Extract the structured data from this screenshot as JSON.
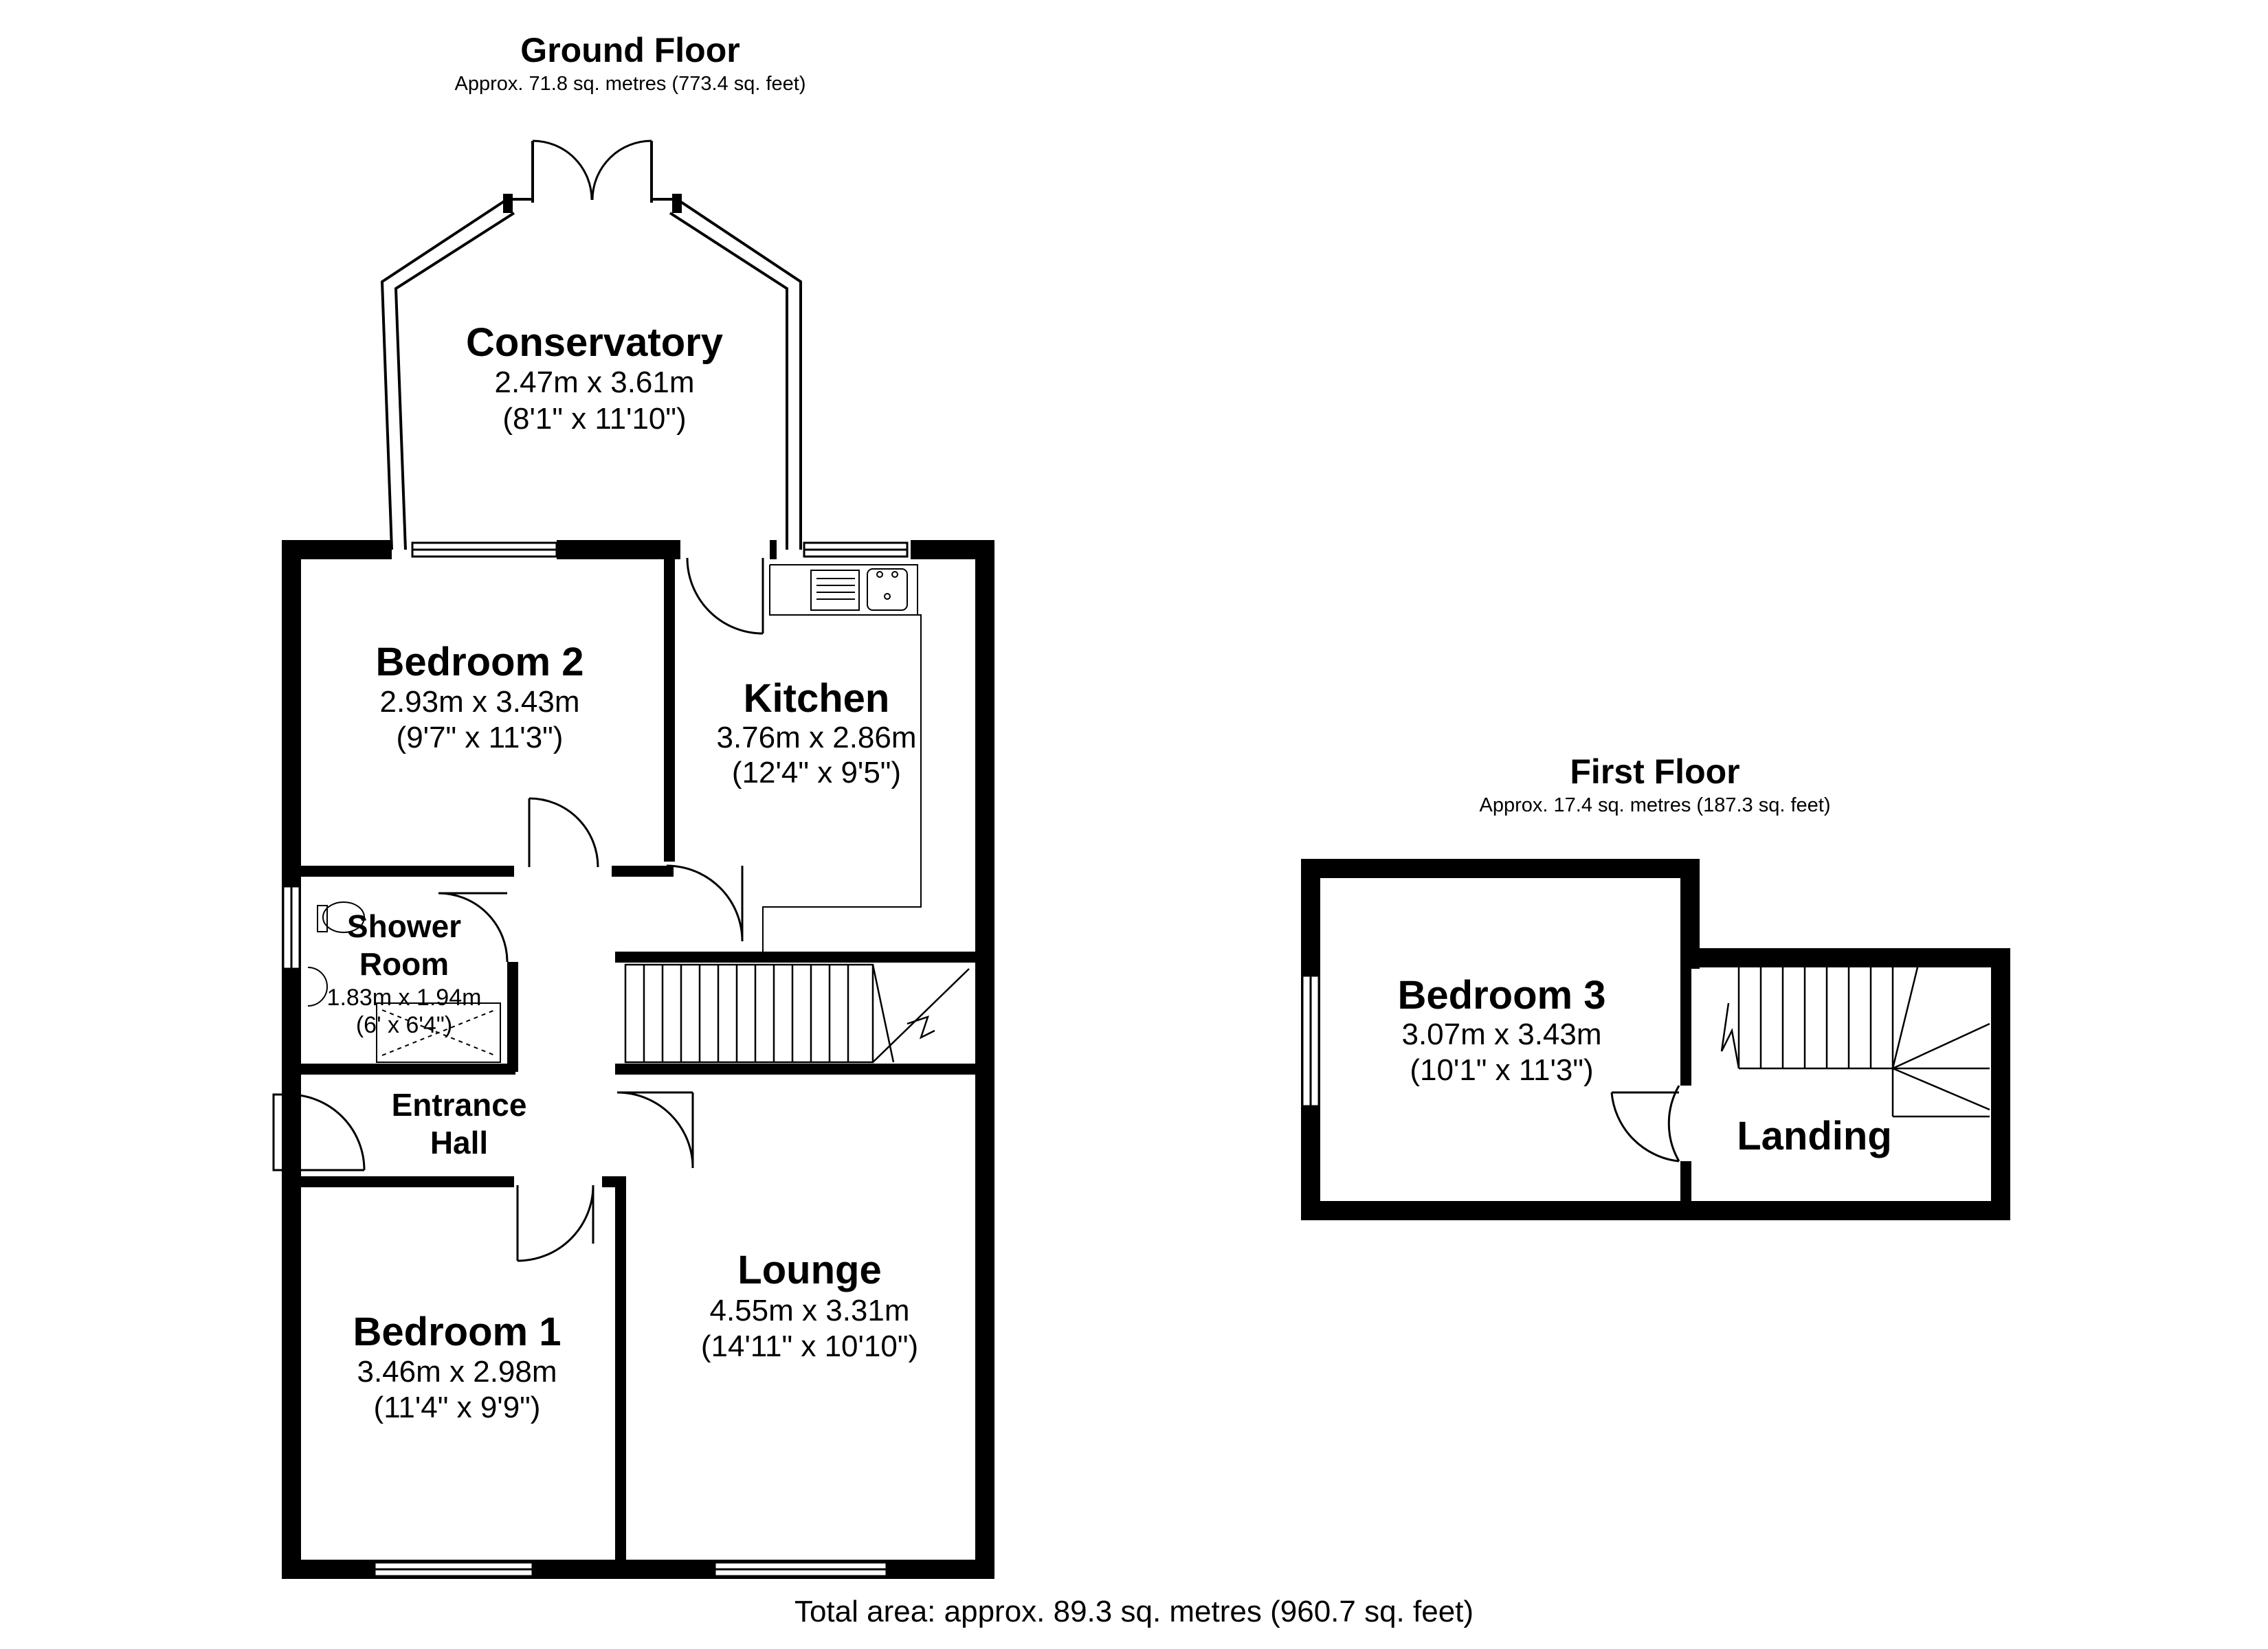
{
  "ground_floor": {
    "title": "Ground Floor",
    "area": "Approx. 71.8 sq. metres (773.4 sq. feet)"
  },
  "first_floor": {
    "title": "First Floor",
    "area": "Approx. 17.4 sq. metres (187.3 sq. feet)"
  },
  "rooms": {
    "conservatory": {
      "name": "Conservatory",
      "metric": "2.47m x 3.61m",
      "imperial": "(8'1\" x 11'10\")"
    },
    "bedroom2": {
      "name": "Bedroom 2",
      "metric": "2.93m x 3.43m",
      "imperial": "(9'7\" x 11'3\")"
    },
    "kitchen": {
      "name": "Kitchen",
      "metric": "3.76m x 2.86m",
      "imperial": "(12'4\" x 9'5\")"
    },
    "shower": {
      "name_line1": "Shower",
      "name_line2": "Room",
      "metric": "1.83m x 1.94m",
      "imperial": "(6' x 6'4\")"
    },
    "entrance_hall": {
      "name_line1": "Entrance",
      "name_line2": "Hall"
    },
    "bedroom1": {
      "name": "Bedroom 1",
      "metric": "3.46m x 2.98m",
      "imperial": "(11'4\" x 9'9\")"
    },
    "lounge": {
      "name": "Lounge",
      "metric": "4.55m x 3.31m",
      "imperial": "(14'11\" x 10'10\")"
    },
    "bedroom3": {
      "name": "Bedroom 3",
      "metric": "3.07m x 3.43m",
      "imperial": "(10'1\" x 11'3\")"
    },
    "landing": {
      "name": "Landing"
    }
  },
  "total_area": "Total area: approx. 89.3 sq. metres (960.7 sq. feet)"
}
